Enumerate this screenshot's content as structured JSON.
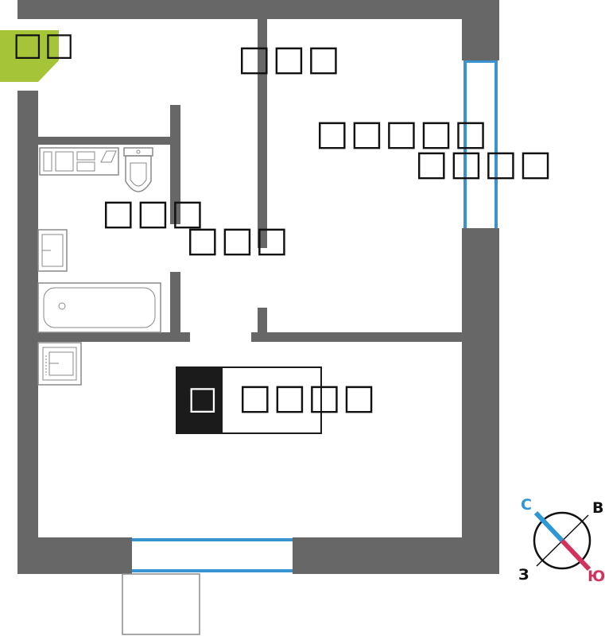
{
  "colors": {
    "wall": "#676767",
    "window": "#3a93d1",
    "accent": "#a6c437",
    "compass_north": "#2f98d4",
    "compass_south": "#d3325d",
    "badge_bg": "#1b1b1b",
    "fixture_stroke": "#8a8a8a"
  },
  "plan": {
    "corner_tag": "□□",
    "rooms": [
      {
        "label": "□□□"
      },
      {
        "label": "□□□□□"
      },
      {
        "label": "□□□□"
      },
      {
        "label": "□□□"
      },
      {
        "label": "□□□"
      }
    ],
    "area_badge": {
      "letter": "□",
      "value": "□□□□"
    }
  },
  "compass": {
    "north": "С",
    "east": "В",
    "west": "З",
    "south": "Ю"
  }
}
